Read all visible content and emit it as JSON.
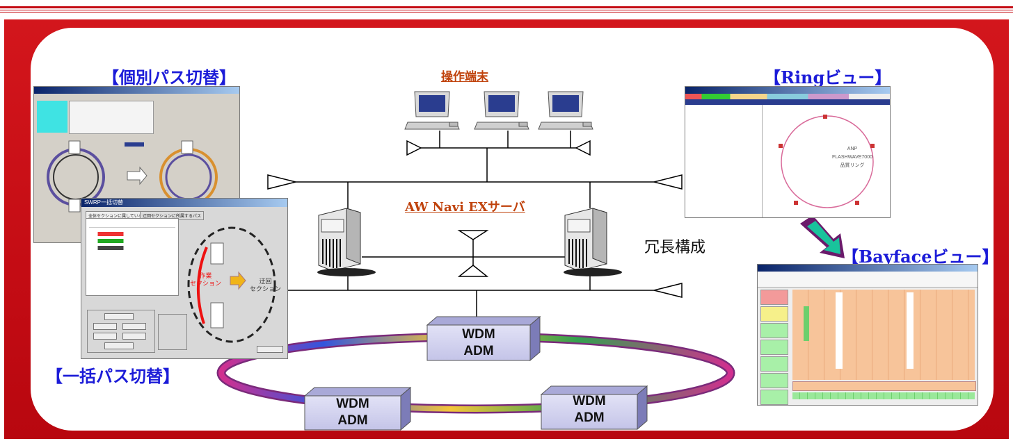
{
  "labels": {
    "individual_switch": "【個別パス切替】",
    "batch_switch": "【一括パス切替】",
    "terminals": "操作端末",
    "server": "AW Navi EXサーバ",
    "redundant": "冗長構成",
    "ring_view": "【Ringビュー】",
    "bayface_view": "【Bayfaceビュー】"
  },
  "nodes": [
    {
      "line1": "WDM",
      "line2": "ADM"
    },
    {
      "line1": "WDM",
      "line2": "ADM"
    },
    {
      "line1": "WDM",
      "line2": "ADM"
    }
  ],
  "batch_window": {
    "title": "SWRP一括切替",
    "tab1": "全体セクションに属しているパス",
    "tab2": "迂回セクションに所属するパス",
    "work_label1": "作業",
    "work_label2": "セクション",
    "detour_label1": "迂回",
    "detour_label2": "セクション"
  },
  "ring_window": {
    "center1": "ANP",
    "center2": "FLASHWAVE7000",
    "center3": "品質リング"
  },
  "colors": {
    "frame": "#c40c14",
    "title_blue": "#1c1cd8",
    "title_red": "#c0430d",
    "arrow_green": "#19c39c",
    "arrow_purple": "#6b1a6b"
  }
}
